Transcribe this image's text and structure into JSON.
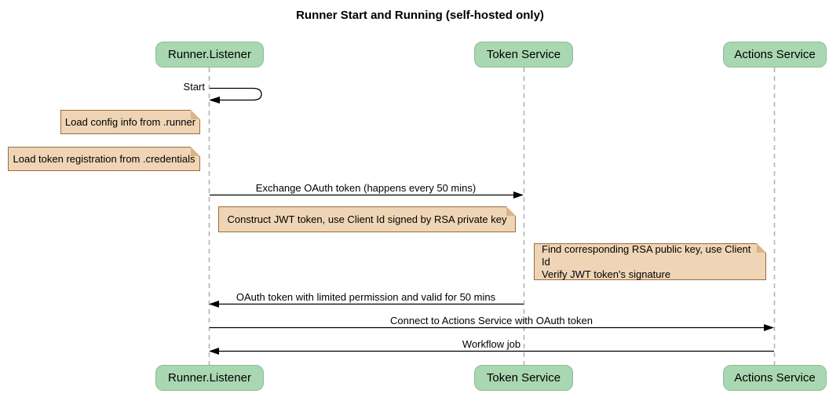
{
  "diagram": {
    "type": "sequence",
    "title": "Runner Start and Running (self-hosted only)"
  },
  "participants": [
    {
      "label": "Runner.Listener"
    },
    {
      "label": "Token Service"
    },
    {
      "label": "Actions Service"
    }
  ],
  "messages": [
    {
      "label": "Start",
      "from": "Runner.Listener",
      "to": "Runner.Listener",
      "kind": "self"
    },
    {
      "label": "Exchange OAuth token (happens every 50 mins)",
      "from": "Runner.Listener",
      "to": "Token Service",
      "kind": "solid-arrow"
    },
    {
      "label": "OAuth token with limited permission and valid for 50 mins",
      "from": "Token Service",
      "to": "Runner.Listener",
      "kind": "solid-arrow"
    },
    {
      "label": "Connect to Actions Service with OAuth token",
      "from": "Runner.Listener",
      "to": "Actions Service",
      "kind": "solid-arrow"
    },
    {
      "label": "Workflow job",
      "from": "Actions Service",
      "to": "Runner.Listener",
      "kind": "solid-arrow"
    }
  ],
  "notes": [
    {
      "text": "Load config info from .runner",
      "position": "left of Runner.Listener"
    },
    {
      "text": "Load token registration from .credentials",
      "position": "left of Runner.Listener"
    },
    {
      "text": "Construct JWT token, use Client Id signed by RSA private key",
      "position": "between Runner.Listener and Token Service"
    },
    {
      "lines": [
        "Find corresponding RSA public key, use Client Id",
        "Verify JWT token's signature"
      ],
      "position": "left of Actions Service"
    }
  ],
  "colors": {
    "background": "#ffffff",
    "participant_fill": "#a9d7b2",
    "participant_border": "#8cbd96",
    "note_fill": "#efd5b6",
    "note_border": "#9c6b3f",
    "lifeline": "#b3b3b3",
    "arrow": "#000000",
    "text": "#000000"
  }
}
